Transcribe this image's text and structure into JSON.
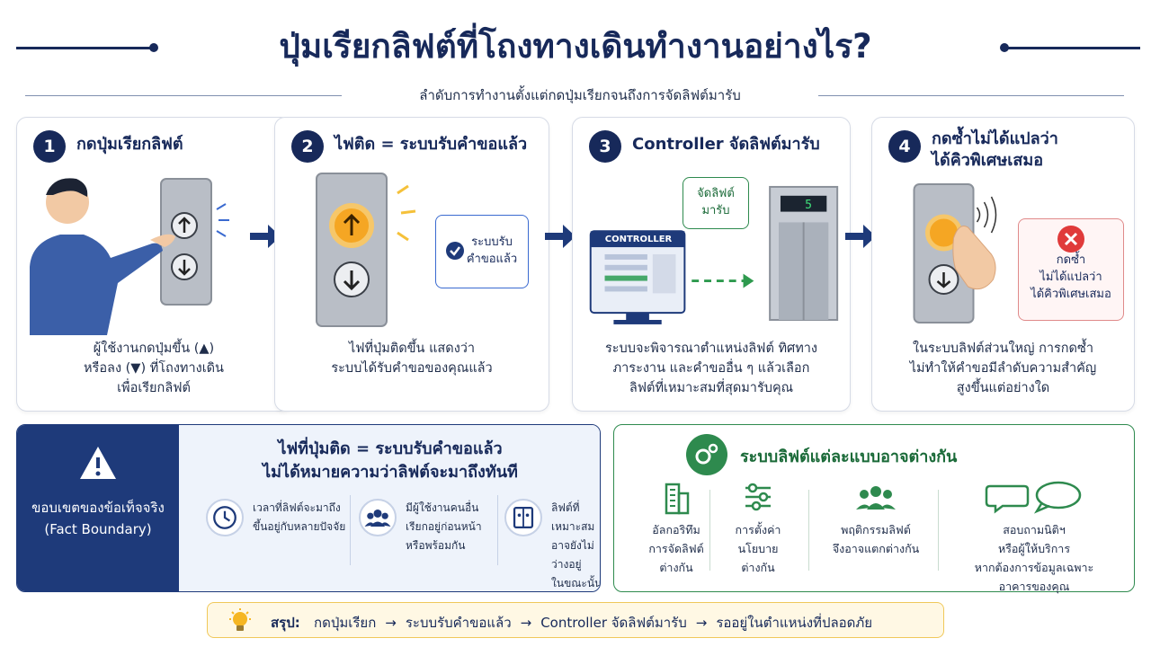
{
  "header": {
    "title": "ปุ่มเรียกลิฟต์ที่โถงทางเดินทำงานอย่างไร?",
    "subtitle": "ลำดับการทำงานตั้งแต่กดปุ่มเรียกจนถึงการจัดลิฟต์มารับ"
  },
  "steps": [
    {
      "number": "1",
      "title": "กดปุ่มเรียกลิฟต์",
      "body": [
        "ผู้ใช้งานกดปุ่มขึ้น (▲)",
        "หรือลง (▼) ที่โถงทางเดิน",
        "เพื่อเรียกลิฟต์"
      ]
    },
    {
      "number": "2",
      "title": "ไฟติด = ระบบรับคำขอแล้ว",
      "bubble": [
        "ระบบรับ",
        "คำขอแล้ว"
      ],
      "body": [
        "ไฟที่ปุ่มติดขึ้น แสดงว่า",
        "ระบบได้รับคำขอของคุณแล้ว"
      ]
    },
    {
      "number": "3",
      "title": "Controller จัดลิฟต์มารับ",
      "controller_label": "CONTROLLER",
      "bubble": [
        "จัดลิฟต์",
        "มารับ"
      ],
      "floor_display": "5",
      "body": [
        "ระบบจะพิจารณาตำแหน่งลิฟต์ ทิศทาง",
        "ภาระงาน และคำขออื่น ๆ  แล้วเลือก",
        "ลิฟต์ที่เหมาะสมที่สุดมารับคุณ"
      ]
    },
    {
      "number": "4",
      "title_lines": [
        "กดซ้ำไม่ได้แปลว่า",
        "ได้คิวพิเศษเสมอ"
      ],
      "bubble": [
        "กดซ้ำ",
        "ไม่ได้แปลว่า",
        "ได้คิวพิเศษเสมอ"
      ],
      "body": [
        "ในระบบลิฟต์ส่วนใหญ่ การกดซ้ำ",
        "ไม่ทำให้คำขอมีลำดับความสำคัญ",
        "สูงขึ้นแต่อย่างใด"
      ]
    }
  ],
  "fact_panel": {
    "label": [
      "ขอบเขตของข้อเท็จจริง",
      "(Fact Boundary)"
    ],
    "title": [
      "ไฟที่ปุ่มติด = ระบบรับคำขอแล้ว",
      "ไม่ได้หมายความว่าลิฟต์จะมาถึงทันที"
    ],
    "items": [
      {
        "icon": "clock-icon",
        "text": [
          "เวลาที่ลิฟต์จะมาถึง",
          "ขึ้นอยู่กับหลายปัจจัย"
        ]
      },
      {
        "icon": "people-icon",
        "text": [
          "มีผู้ใช้งานคนอื่น",
          "เรียกอยู่ก่อนหน้า",
          "หรือพร้อมกัน"
        ]
      },
      {
        "icon": "elevator-icon",
        "text": [
          "ลิฟต์ที่เหมาะสม",
          "อาจยังไม่ว่างอยู่",
          "ในขณะนั้น"
        ]
      }
    ]
  },
  "vary_panel": {
    "title": "ระบบลิฟต์แต่ละแบบอาจต่างกัน",
    "items": [
      {
        "icon": "building-icon",
        "text": [
          "อัลกอริทึม",
          "การจัดลิฟต์",
          "ต่างกัน"
        ]
      },
      {
        "icon": "sliders-icon",
        "text": [
          "การตั้งค่า",
          "นโยบาย",
          "ต่างกัน"
        ]
      },
      {
        "icon": "group-icon",
        "text": [
          "พฤติกรรมลิฟต์",
          "จึงอาจแตกต่างกัน"
        ]
      },
      {
        "icon": "chat-icon",
        "text": [
          "สอบถามนิติฯ",
          "หรือผู้ให้บริการ",
          "หากต้องการข้อมูลเฉพาะ",
          "อาคารของคุณ"
        ]
      }
    ]
  },
  "summary": {
    "label": "สรุป:",
    "flow": [
      "กดปุ่มเรียก",
      "ระบบรับคำขอแล้ว",
      "Controller จัดลิฟต์มารับ",
      "รออยู่ในตำแหน่งที่ปลอดภัย"
    ],
    "arrow": "→"
  },
  "colors": {
    "navy": "#17295a",
    "accent_orange": "#f5a623",
    "green": "#2e8a4e",
    "red": "#e03a3a"
  }
}
